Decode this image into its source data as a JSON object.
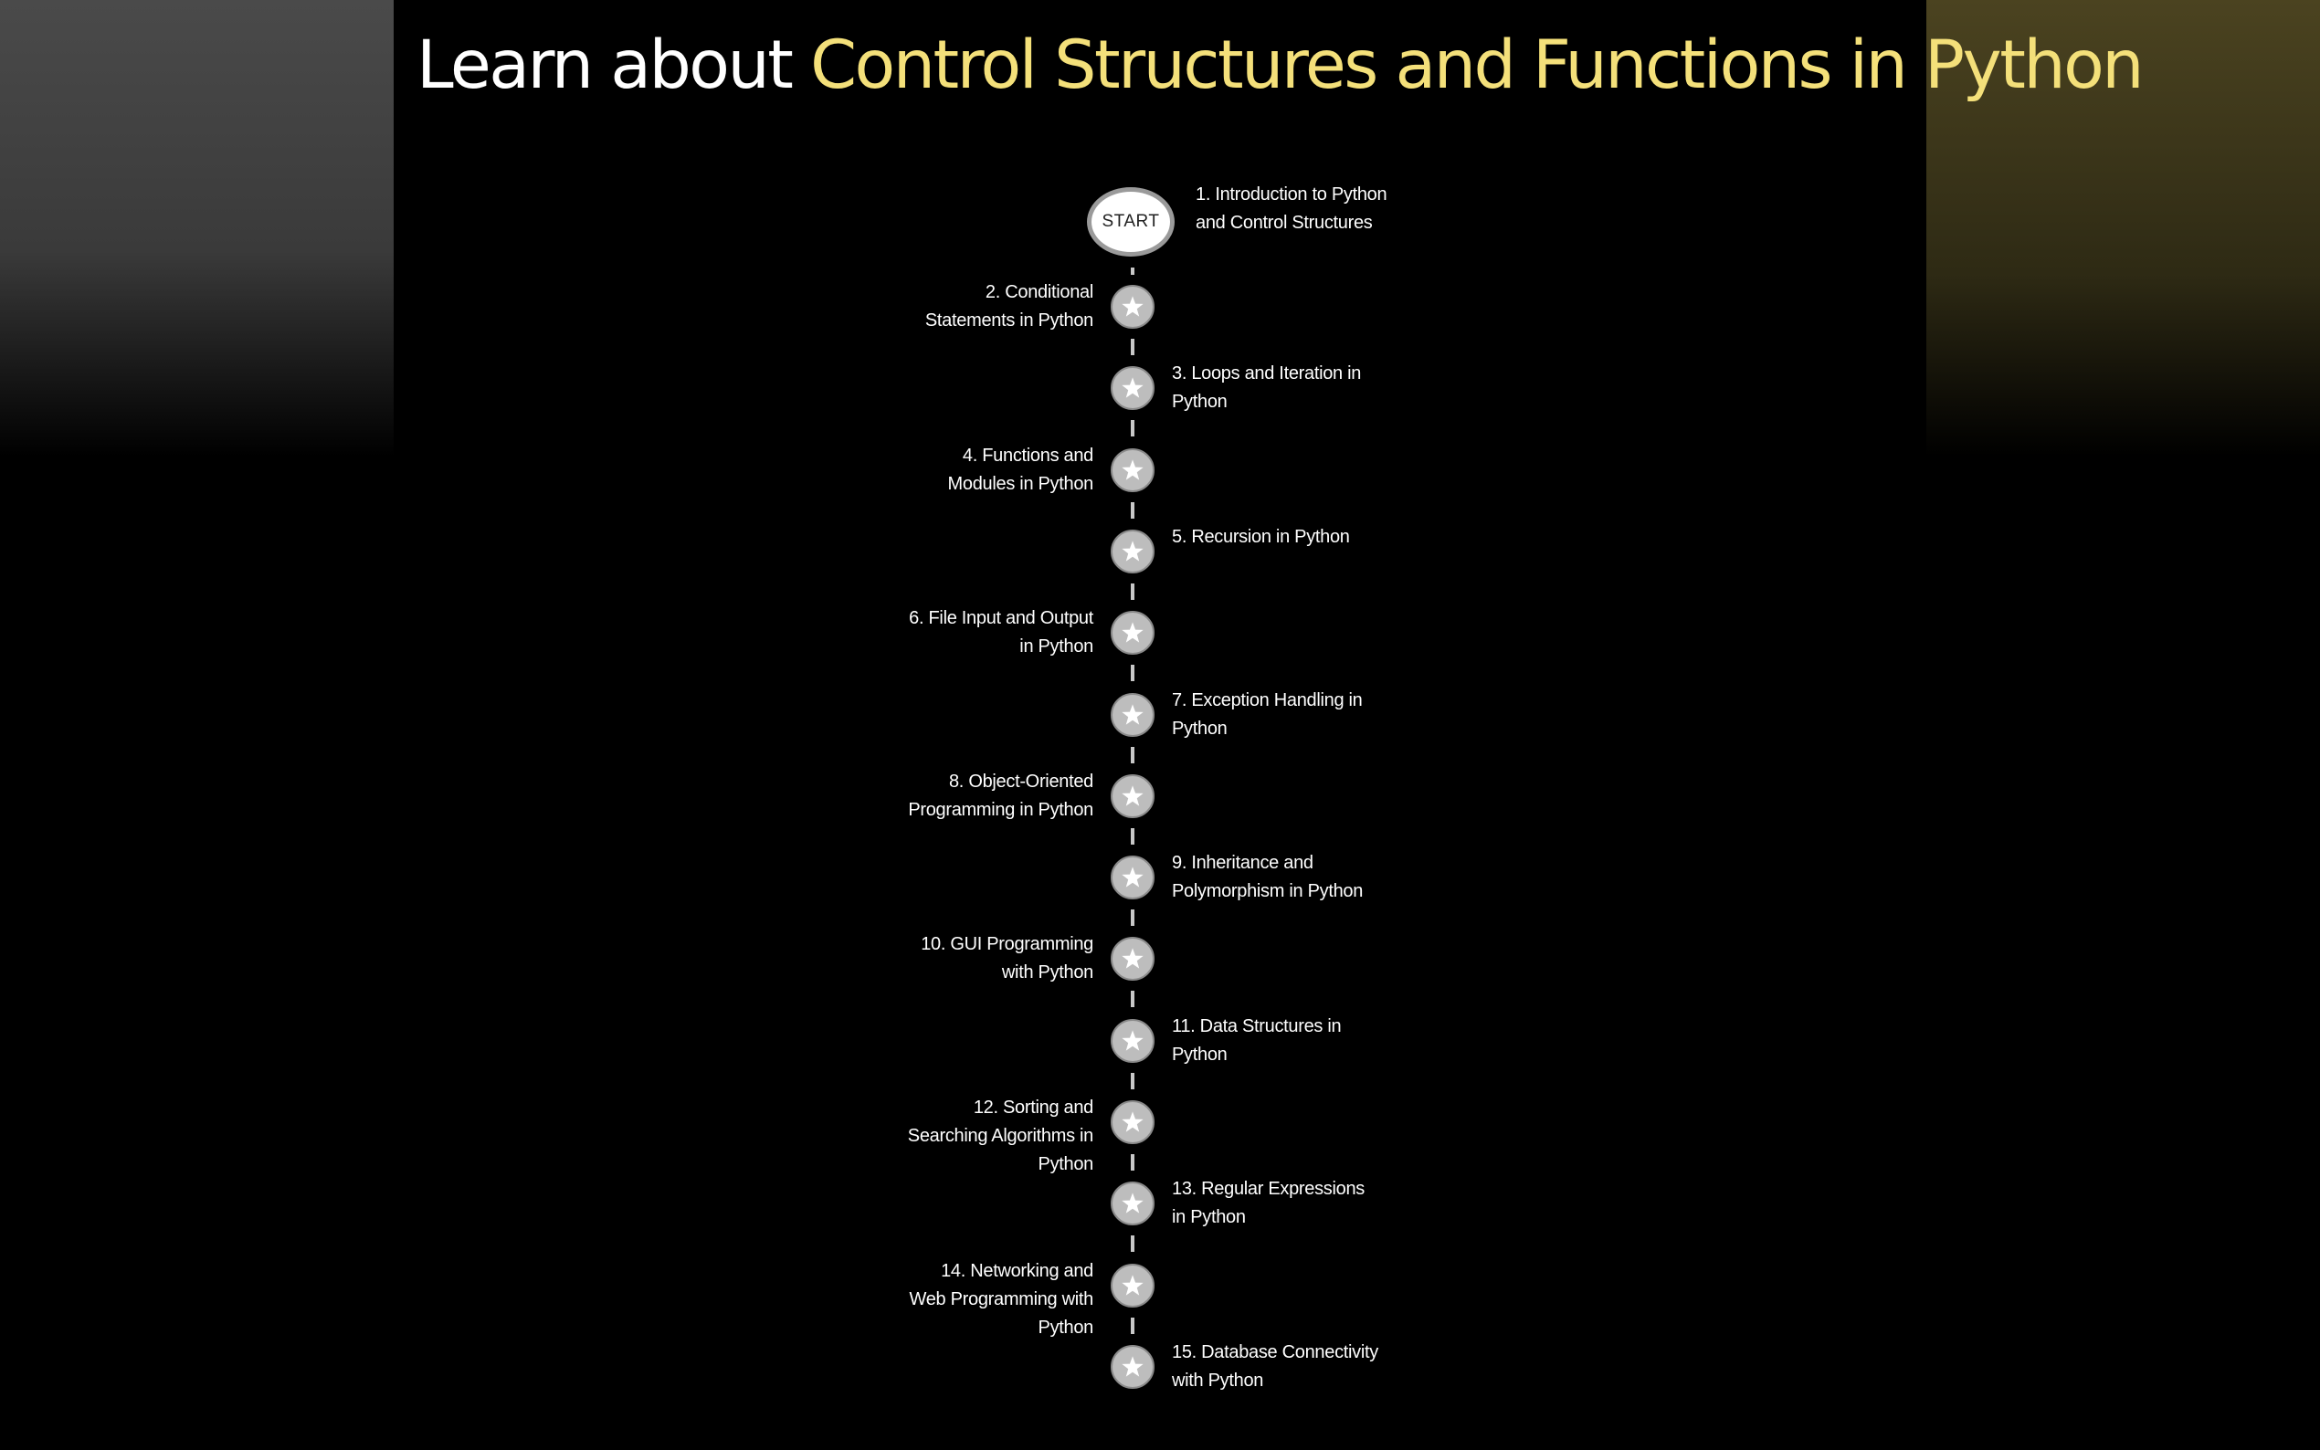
{
  "title": {
    "prefix": "Learn about ",
    "highlight": "Control Structures and Functions in Python"
  },
  "colors": {
    "background": "#000000",
    "title_text": "#ffffff",
    "title_highlight": "#f4e07a",
    "node_fill": "#bdbdbd",
    "connector": "#c8c8c8"
  },
  "start": {
    "label": "START",
    "step": "1. Introduction to Python and Control Structures"
  },
  "steps": [
    {
      "label": "2. Conditional Statements in Python",
      "side": "left",
      "icon": "star-icon"
    },
    {
      "label": "3. Loops and Iteration in Python",
      "side": "right",
      "icon": "star-icon"
    },
    {
      "label": "4. Functions and Modules in Python",
      "side": "left",
      "icon": "star-icon"
    },
    {
      "label": "5. Recursion in Python",
      "side": "right",
      "icon": "star-icon"
    },
    {
      "label": "6. File Input and Output in Python",
      "side": "left",
      "icon": "star-icon"
    },
    {
      "label": "7. Exception Handling in Python",
      "side": "right",
      "icon": "star-icon"
    },
    {
      "label": "8. Object-Oriented Programming in Python",
      "side": "left",
      "icon": "star-icon"
    },
    {
      "label": "9. Inheritance and Polymorphism in Python",
      "side": "right",
      "icon": "star-icon"
    },
    {
      "label": "10. GUI Programming with Python",
      "side": "left",
      "icon": "star-icon"
    },
    {
      "label": "11. Data Structures in Python",
      "side": "right",
      "icon": "star-icon"
    },
    {
      "label": "12. Sorting and Searching Algorithms in Python",
      "side": "left",
      "icon": "star-icon"
    },
    {
      "label": "13. Regular Expressions in Python",
      "side": "right",
      "icon": "star-icon"
    },
    {
      "label": "14. Networking and Web Programming with Python",
      "side": "left",
      "icon": "star-icon"
    },
    {
      "label": "15. Database Connectivity with Python",
      "side": "right",
      "icon": "star-icon"
    }
  ]
}
